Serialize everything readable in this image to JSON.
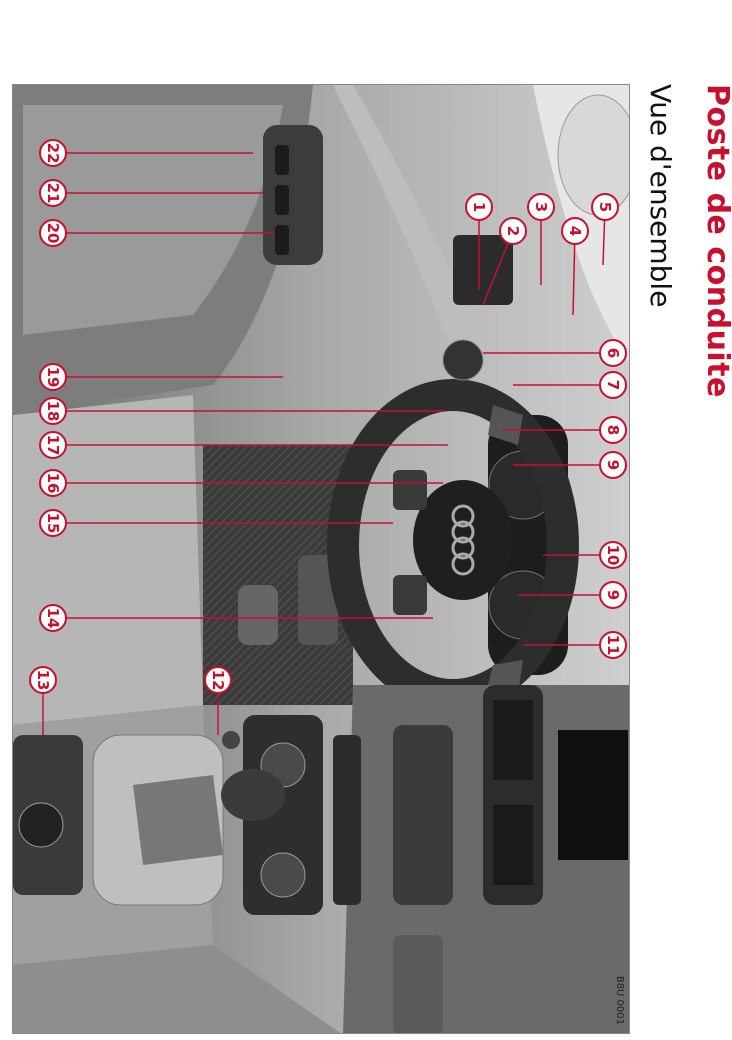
{
  "page": {
    "title": "Poste de conduite",
    "subtitle": "Vue d'ensemble",
    "image_code": "B8U 0001"
  },
  "callouts": [
    {
      "label": "1"
    },
    {
      "label": "2"
    },
    {
      "label": "3"
    },
    {
      "label": "4"
    },
    {
      "label": "5"
    },
    {
      "label": "6"
    },
    {
      "label": "7"
    },
    {
      "label": "8"
    },
    {
      "label": "9"
    },
    {
      "label": "10"
    },
    {
      "label": "9"
    },
    {
      "label": "11"
    },
    {
      "label": "12"
    },
    {
      "label": "13"
    },
    {
      "label": "14"
    },
    {
      "label": "15"
    },
    {
      "label": "16"
    },
    {
      "label": "17"
    },
    {
      "label": "18"
    },
    {
      "label": "19"
    },
    {
      "label": "20"
    },
    {
      "label": "21"
    },
    {
      "label": "22"
    }
  ],
  "colors": {
    "accent": "#c8102e",
    "text": "#111111"
  }
}
